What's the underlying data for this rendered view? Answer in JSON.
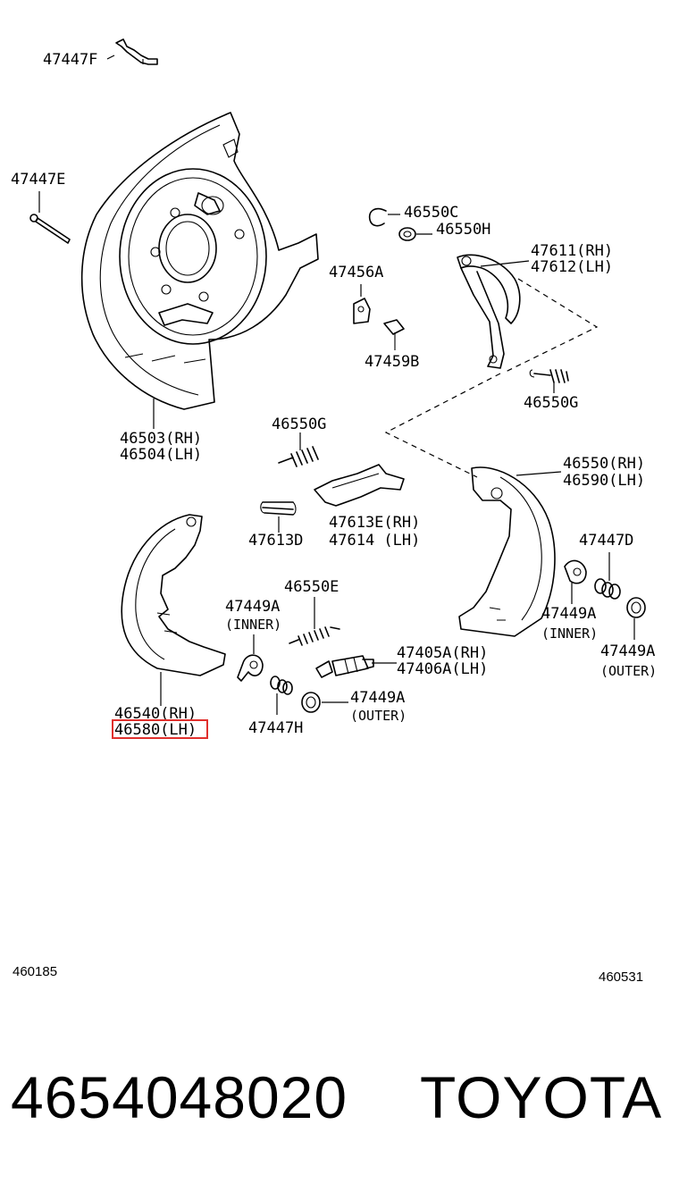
{
  "callouts": {
    "c_47447F": "47447F",
    "c_47447E": "47447E",
    "c_46503": "46503(RH)",
    "c_46504": "46504(LH)",
    "c_46550C": "46550C",
    "c_46550H": "46550H",
    "c_47456A": "47456A",
    "c_47459B": "47459B",
    "c_47611": "47611(RH)",
    "c_47612": "47612(LH)",
    "c_46550G_upper": "46550G",
    "c_46550G_mid": "46550G",
    "c_47613D": "47613D",
    "c_47613E": "47613E(RH)",
    "c_47614": "47614 (LH)",
    "c_46550": "46550(RH)",
    "c_46590": "46590(LH)",
    "c_47447D": "47447D",
    "c_47449A_inner_right": "47449A",
    "c_47449A_inner_right_sub": "(INNER)",
    "c_47449A_outer_right": "47449A",
    "c_47449A_outer_right_sub": "(OUTER)",
    "c_46550E": "46550E",
    "c_47449A_inner_left": "47449A",
    "c_47449A_inner_left_sub": "(INNER)",
    "c_47405A": "47405A(RH)",
    "c_47406A": "47406A(LH)",
    "c_47447H": "47447H",
    "c_47449A_outer_mid": "47449A",
    "c_47449A_outer_mid_sub": "(OUTER)",
    "c_46540": "46540(RH)",
    "c_46580": "46580(LH)"
  },
  "figure_codes": {
    "left": "460185",
    "right": "460531"
  },
  "footer": {
    "part_number": "4654048020",
    "brand": "TOYOTA"
  },
  "highlight": {
    "target": "46580(LH)",
    "color": "#e0302d"
  },
  "icons": [
    "backing-plate",
    "brake-shoe",
    "spring",
    "clip",
    "adjuster",
    "retainer-cup",
    "pin",
    "bolt",
    "wire-clip"
  ]
}
